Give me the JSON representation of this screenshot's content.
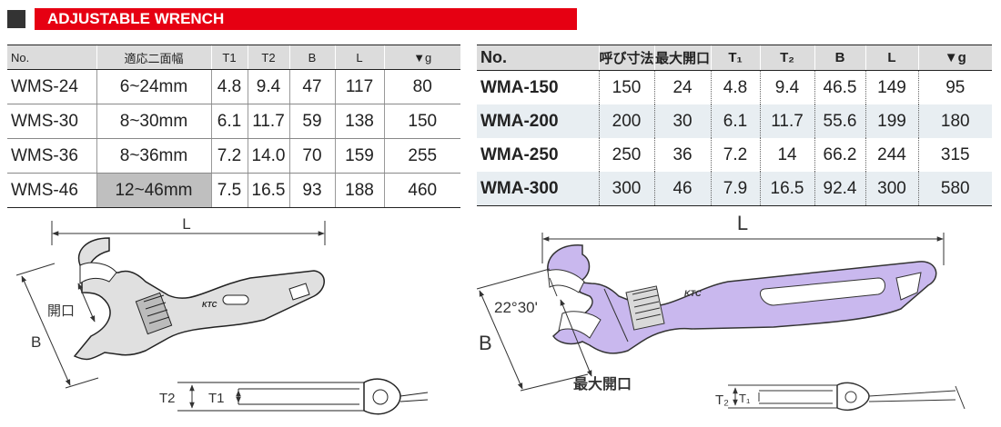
{
  "header": {
    "title": "ADJUSTABLE WRENCH"
  },
  "table_left": {
    "headers": [
      "No.",
      "適応二面幅",
      "T1",
      "T2",
      "B",
      "L",
      "▼g"
    ],
    "rows": [
      [
        "WMS-24",
        "6~24mm",
        "4.8",
        "9.4",
        "47",
        "117",
        "80"
      ],
      [
        "WMS-30",
        "8~30mm",
        "6.1",
        "11.7",
        "59",
        "138",
        "150"
      ],
      [
        "WMS-36",
        "8~36mm",
        "7.2",
        "14.0",
        "70",
        "159",
        "255"
      ],
      [
        "WMS-46",
        "12~46mm",
        "7.5",
        "16.5",
        "93",
        "188",
        "460"
      ]
    ]
  },
  "table_right": {
    "headers": [
      "No.",
      "呼び寸法",
      "最大開口",
      "T₁",
      "T₂",
      "B",
      "L",
      "▼g"
    ],
    "rows": [
      [
        "WMA-150",
        "150",
        "24",
        "4.8",
        "9.4",
        "46.5",
        "149",
        "95"
      ],
      [
        "WMA-200",
        "200",
        "30",
        "6.1",
        "11.7",
        "55.6",
        "199",
        "180"
      ],
      [
        "WMA-250",
        "250",
        "36",
        "7.2",
        "14",
        "66.2",
        "244",
        "315"
      ],
      [
        "WMA-300",
        "300",
        "46",
        "7.9",
        "16.5",
        "92.4",
        "300",
        "580"
      ]
    ]
  },
  "diagram_left": {
    "L": "L",
    "B": "B",
    "opening": "開口",
    "T1": "T1",
    "T2": "T2",
    "brand": "KTC"
  },
  "diagram_right": {
    "L": "L",
    "B": "B",
    "angle": "22°30'",
    "max_opening": "最大開口",
    "T1": "T₁",
    "T2": "T₂",
    "brand": "KTC"
  },
  "colors": {
    "accent": "#e60012",
    "wrench_right": "#c9b8ee",
    "wrench_left": "#e0e0e0"
  }
}
